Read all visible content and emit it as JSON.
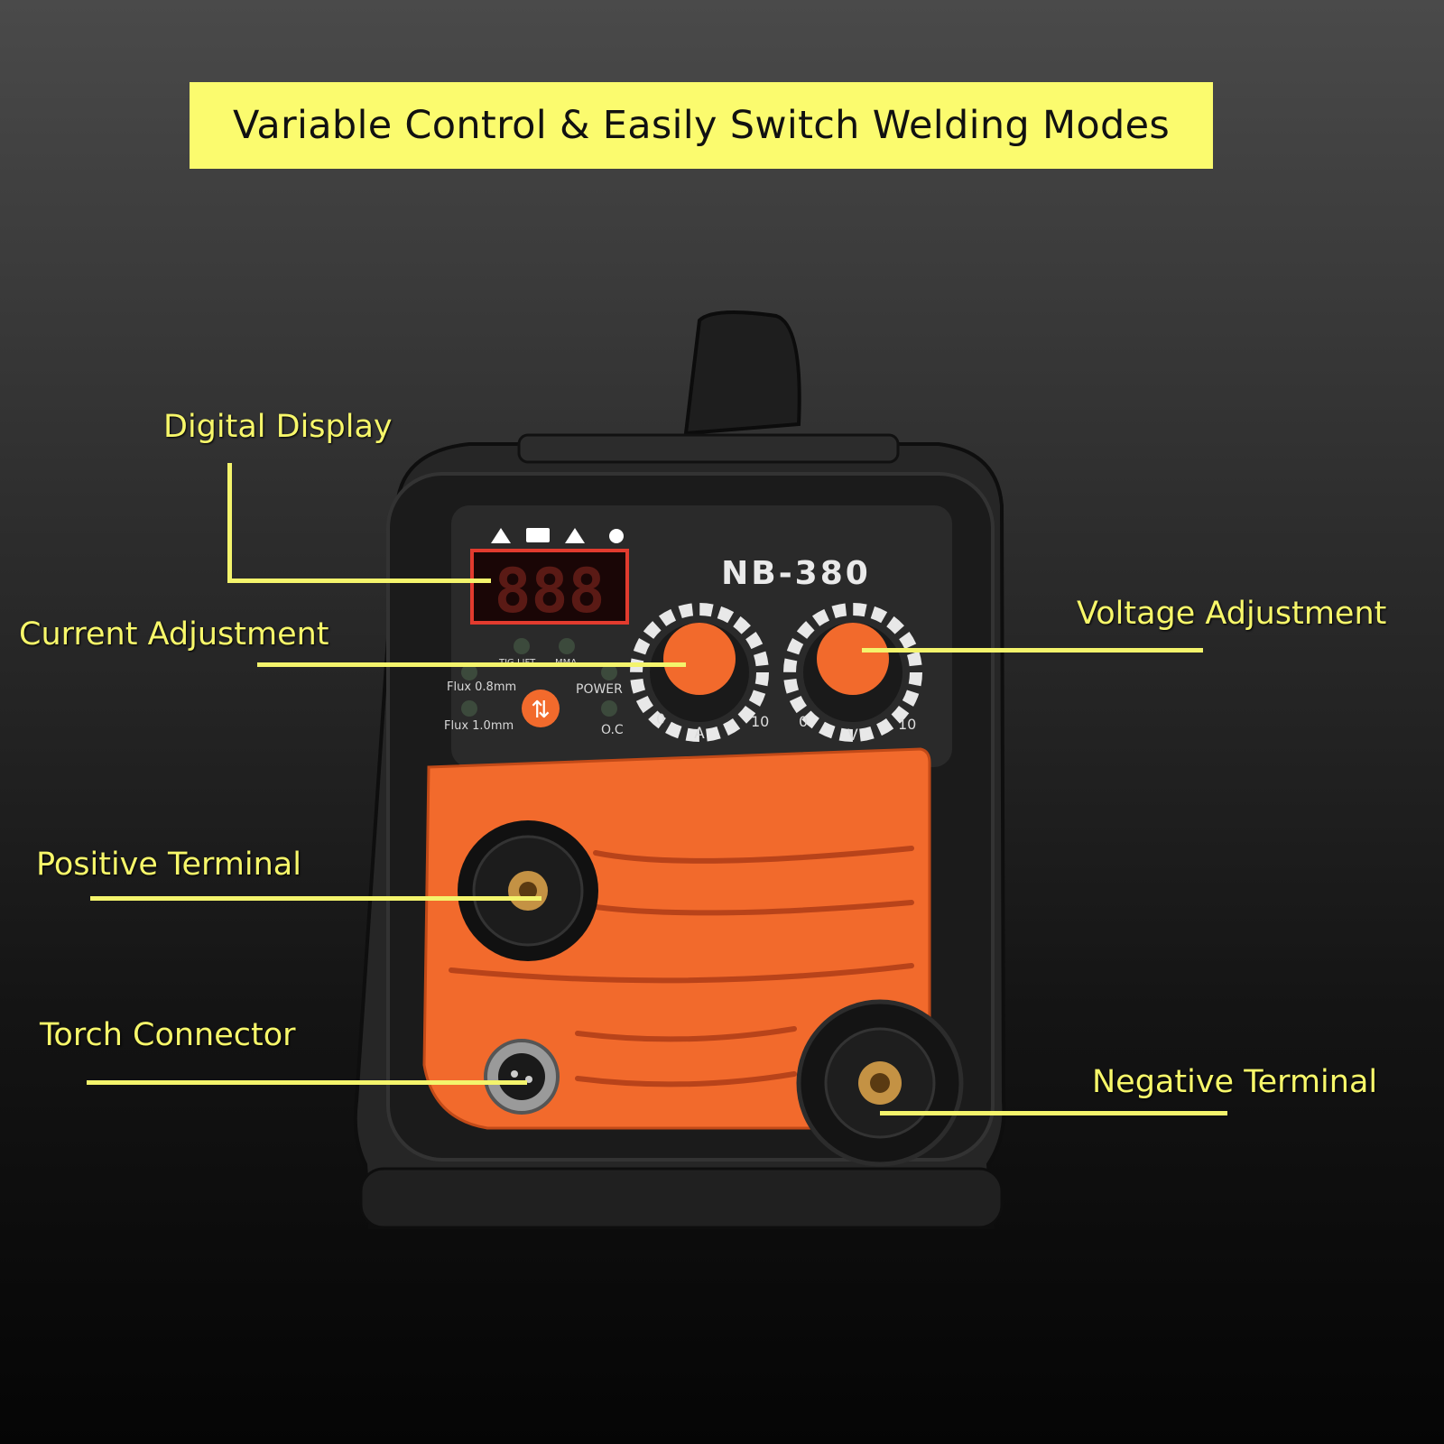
{
  "banner": {
    "title": "Variable Control & Easily Switch Welding Modes"
  },
  "callouts": {
    "digital_display": "Digital Display",
    "current_adjustment": "Current Adjustment",
    "voltage_adjustment": "Voltage Adjustment",
    "positive_terminal": "Positive Terminal",
    "torch_connector": "Torch Connector",
    "negative_terminal": "Negative Terminal"
  },
  "machine": {
    "model": "NB-380",
    "display_readout": "888",
    "mode_labels": {
      "tig_lift": "TIG LIFT",
      "mma": "MMA",
      "flux_08": "Flux 0.8mm",
      "flux_10": "Flux 1.0mm",
      "power": "POWER",
      "oc": "O.C"
    },
    "current_knob": {
      "min": "0",
      "max": "10",
      "unit": "A"
    },
    "voltage_knob": {
      "min": "0",
      "max": "10",
      "unit": "V"
    }
  },
  "colors": {
    "accent_yellow": "#f7f76a",
    "banner_yellow": "#fbfb6e",
    "machine_orange": "#f26a2c",
    "machine_black": "#1f1f1f",
    "display_red": "#e23b2e"
  }
}
